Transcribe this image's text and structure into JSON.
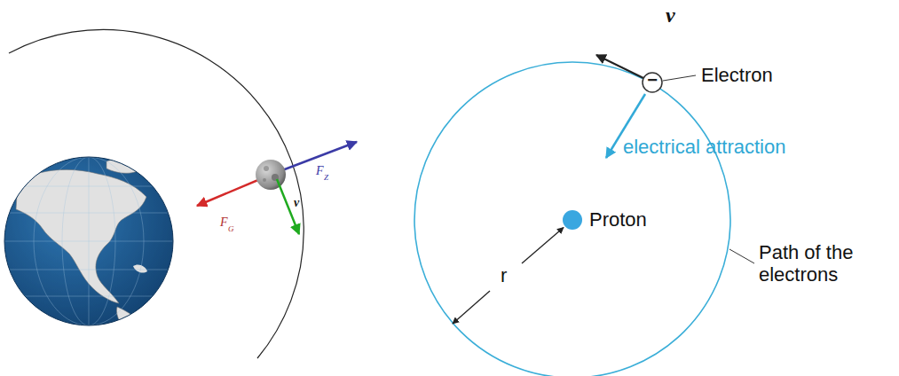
{
  "diagram": {
    "labels": [
      "F",
      "G",
      "F",
      "Z",
      "v",
      "−",
      "v",
      "Electron",
      "electrical attraction",
      "Proton",
      "r",
      "Path of the electrons"
    ]
  }
}
